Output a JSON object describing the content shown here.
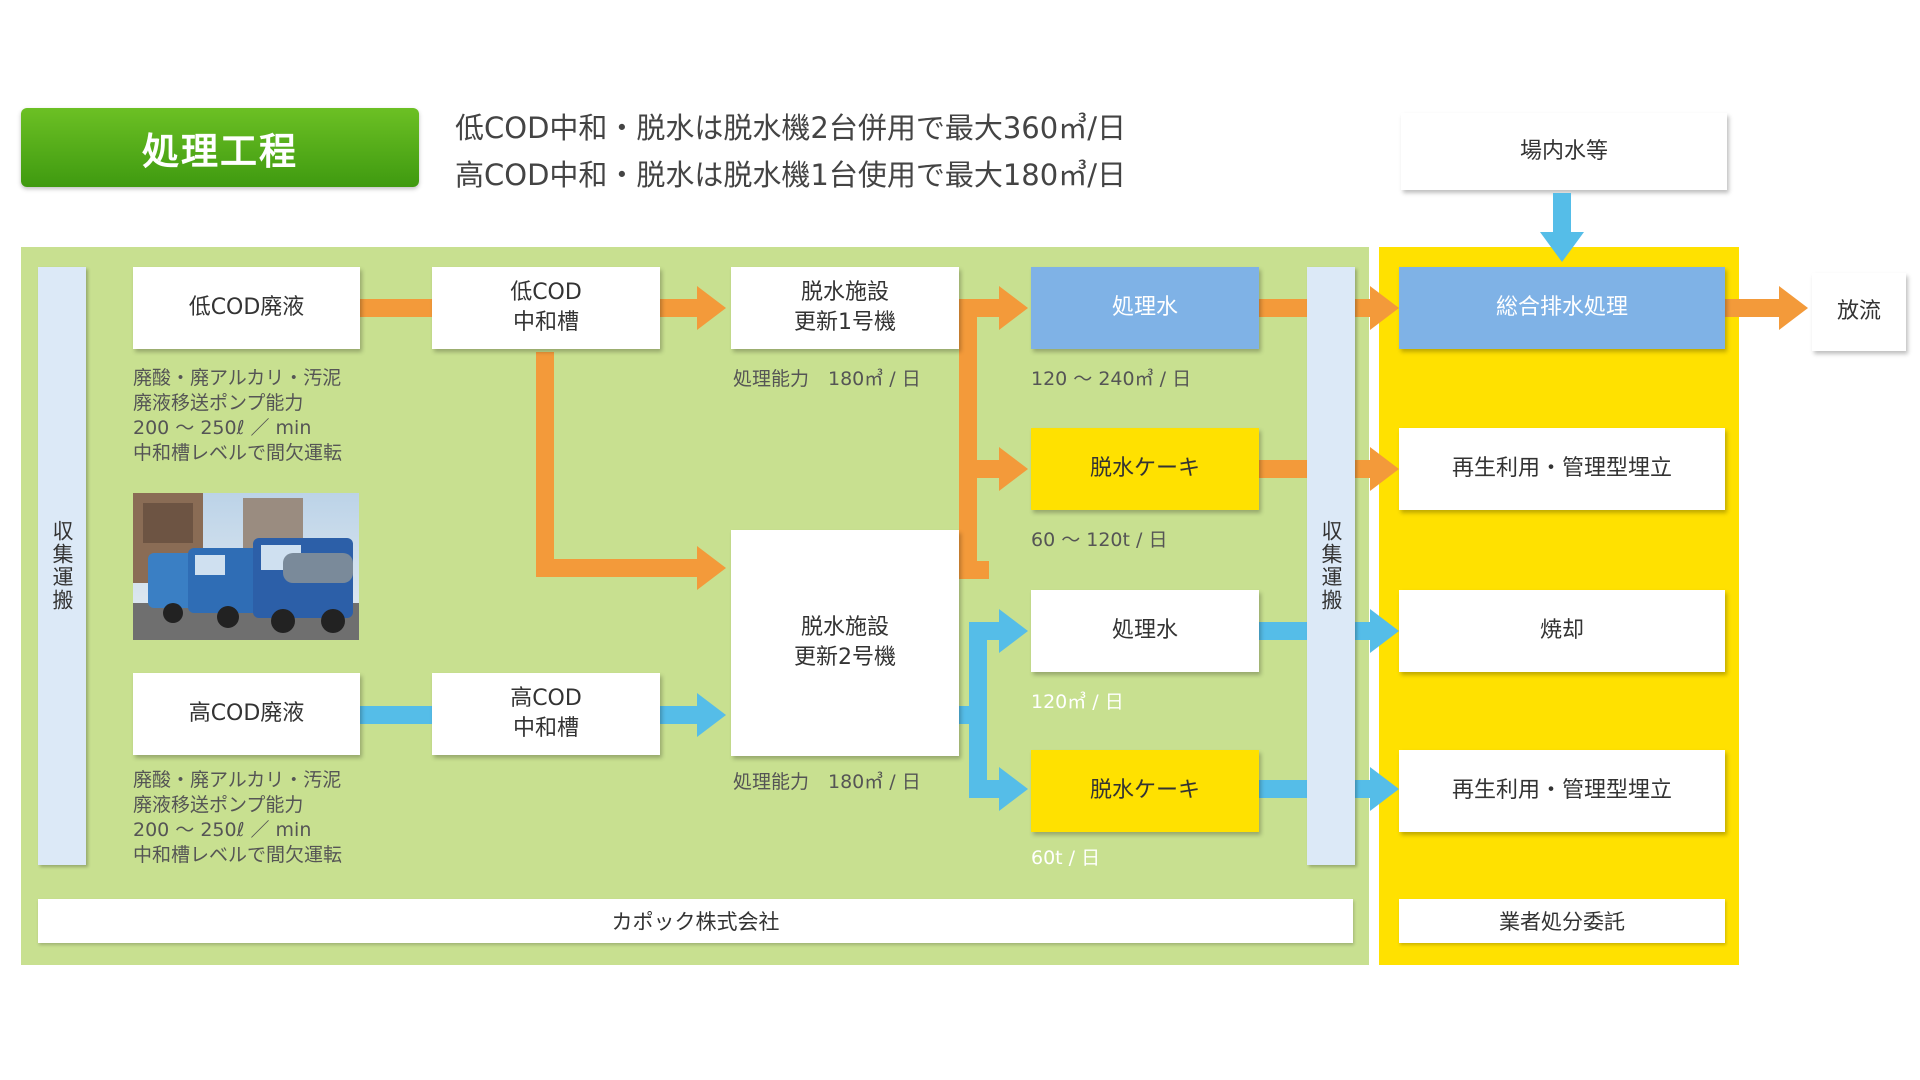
{
  "header": {
    "badge": "処理工程",
    "line1": "低COD中和・脱水は脱水機2台併用で最大360㎥/日",
    "line2": "高COD中和・脱水は脱水機1台使用で最大180㎥/日"
  },
  "top_source": "場内水等",
  "vbar_left": "収集運搬",
  "vbar_right": "収集運搬",
  "low": {
    "waste": "低COD廃液",
    "notes": [
      "廃酸・廃アルカリ・汚泥",
      "廃液移送ポンプ能力",
      "200 ～ 250ℓ ／ min",
      "中和槽レベルで間欠運転"
    ],
    "tank_line1": "低COD",
    "tank_line2": "中和槽"
  },
  "high": {
    "waste": "高COD廃液",
    "notes": [
      "廃酸・廃アルカリ・汚泥",
      "廃液移送ポンプ能力",
      "200 ～ 250ℓ ／ min",
      "中和槽レベルで間欠運転"
    ],
    "tank_line1": "高COD",
    "tank_line2": "中和槽"
  },
  "machine1": {
    "line1": "脱水施設",
    "line2": "更新1号機",
    "capacity": "処理能力　180㎥ / 日"
  },
  "machine2": {
    "line1": "脱水施設",
    "line2": "更新2号機",
    "capacity": "処理能力　180㎥ / 日"
  },
  "outputs": {
    "water1": "処理水",
    "water1_amount": "120 ～ 240㎥ / 日",
    "cake1": "脱水ケーキ",
    "cake1_amount": "60 ～ 120t / 日",
    "water2": "処理水",
    "water2_amount": "120㎥ / 日",
    "cake2": "脱水ケーキ",
    "cake2_amount": "60t / 日"
  },
  "destinations": {
    "treatment": "総合排水処理",
    "recycle1": "再生利用・管理型埋立",
    "incinerate": "焼却",
    "recycle2": "再生利用・管理型埋立",
    "discharge": "放流"
  },
  "footer": {
    "company": "カポック株式会社",
    "contractor": "業者処分委託"
  },
  "colors": {
    "orange": "#f39a3a",
    "blue": "#55bde8",
    "green": "#c8e090",
    "yellow": "#ffe100",
    "boxblue": "#7fb2e6"
  },
  "photo": {
    "subject": "trucks-photo"
  }
}
